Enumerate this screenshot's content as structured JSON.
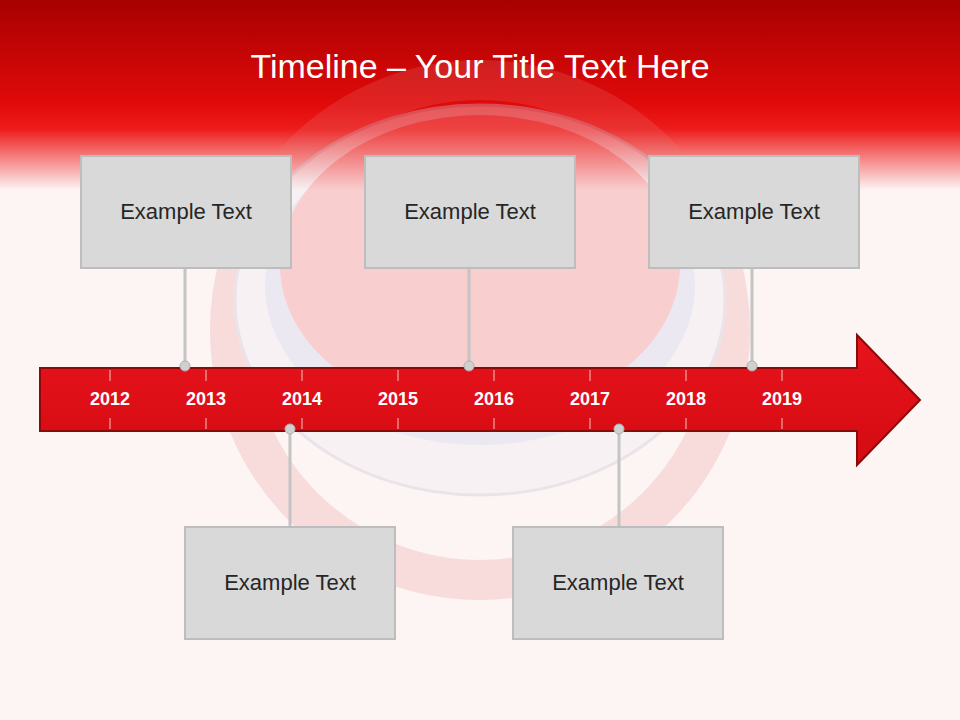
{
  "diagram": {
    "title": "Timeline – Your Title Text Here",
    "nodes": [
      {
        "text": [
          "Example Text"
        ]
      },
      {
        "text": [
          "Example Text"
        ]
      },
      {
        "text": [
          "Example Text"
        ]
      },
      {
        "text": [
          "Example Text"
        ]
      },
      {
        "text": [
          "Example Text"
        ]
      }
    ],
    "labels": [
      "2012",
      "2013",
      "2014",
      "2015",
      "2016",
      "2017",
      "2018",
      "2019"
    ]
  }
}
